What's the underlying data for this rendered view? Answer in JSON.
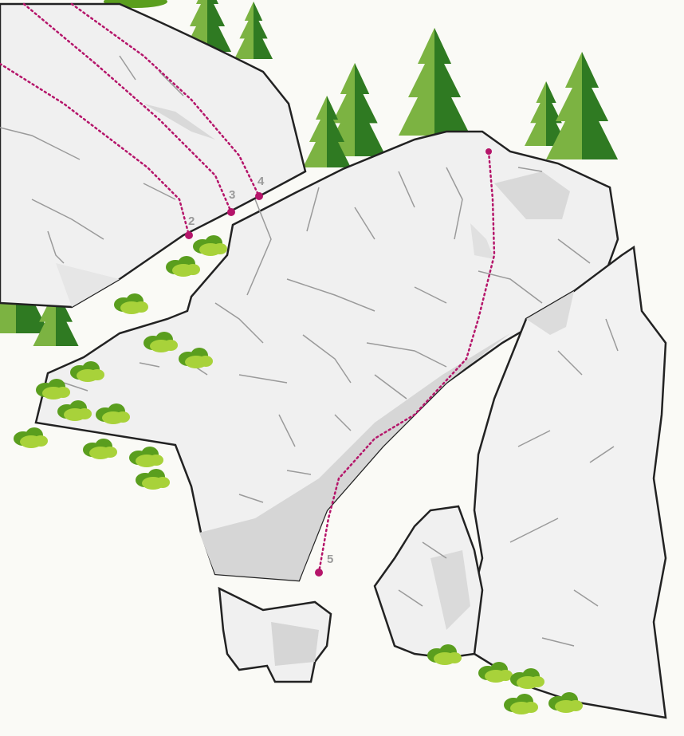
{
  "map": {
    "background": "#fafaf6",
    "rock_fill": "#f0f0f0",
    "rock_shade": "#d9d9d9",
    "rock_outline": "#222222",
    "route_color": "#b5156a",
    "tree_dark": "#2f7a22",
    "tree_light": "#7cb342",
    "bush_dark": "#5a9e1e",
    "bush_light": "#a8d23a"
  },
  "routes": [
    {
      "id": "route-2",
      "label": "2"
    },
    {
      "id": "route-3",
      "label": "3"
    },
    {
      "id": "route-4",
      "label": "4"
    },
    {
      "id": "route-5",
      "label": "5"
    }
  ]
}
